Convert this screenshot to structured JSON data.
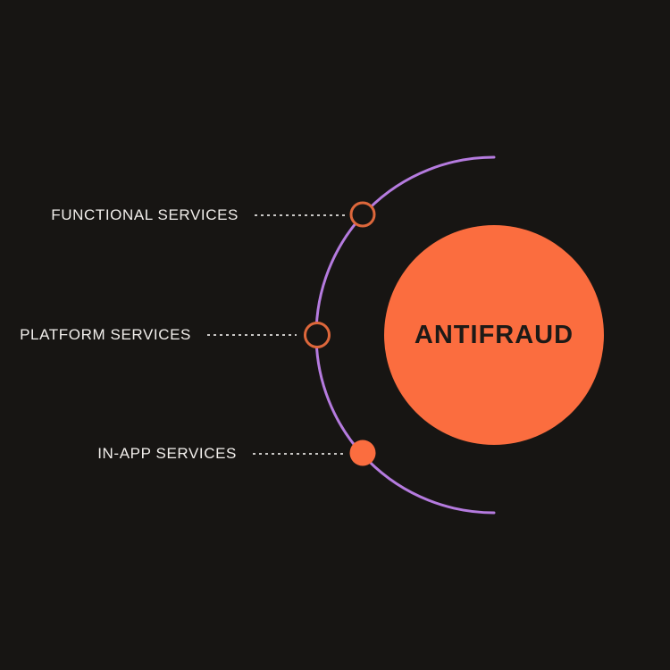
{
  "center": {
    "title": "ANTIFRAUD"
  },
  "services": [
    {
      "label": "FUNCTIONAL SERVICES",
      "node_style": "outline"
    },
    {
      "label": "PLATFORM SERVICES",
      "node_style": "outline"
    },
    {
      "label": "IN-APP SERVICES",
      "node_style": "filled"
    }
  ],
  "colors": {
    "background": "#171513",
    "accent_orange": "#FB6D3F",
    "node_ring_orange": "#DD673B",
    "arc_purple": "#B57BDF",
    "label_text": "#F2EFEC",
    "center_text": "#1D1A17",
    "connector_dots": "#C9C7C5"
  }
}
